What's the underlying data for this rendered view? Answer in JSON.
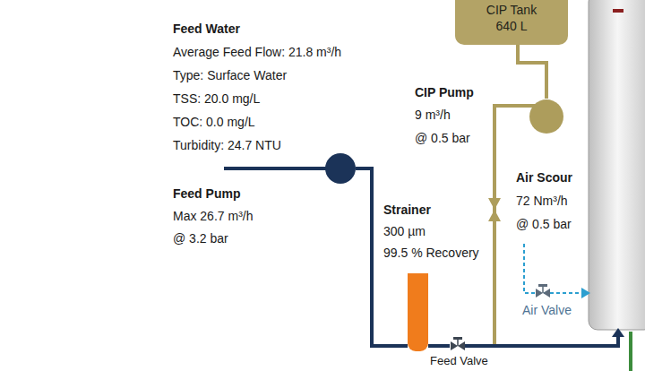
{
  "diagram": {
    "nodes": [
      {
        "text": [
          "CIP Tank",
          "640 L"
        ]
      },
      {
        "text": [
          "CIP Pump",
          "9 m³/h",
          "@ 0.5 bar"
        ]
      },
      {
        "text": [
          "Feed Pump",
          "Max 26.7 m³/h",
          "@ 3.2 bar"
        ]
      },
      {
        "text": [
          "Strainer",
          "300 µm",
          "99.5 % Recovery"
        ]
      },
      {
        "text": [
          "Air Valve"
        ]
      },
      {
        "text": [
          "Feed Valve"
        ]
      }
    ],
    "edges": [
      {
        "from": 0,
        "to": 1,
        "arrow": "none"
      },
      {
        "from": 2,
        "to": 3,
        "arrow": "none"
      },
      {
        "from": 3,
        "to": 5,
        "arrow": "none"
      }
    ],
    "labels": [
      "Feed Water",
      "Average Feed Flow: 21.8 m³/h",
      "Type: Surface Water",
      "TSS: 20.0 mg/L",
      "TOC: 0.0 mg/L",
      "Turbidity: 24.7 NTU",
      "Air Scour",
      "72 Nm³/h",
      "@ 0.5 bar"
    ]
  }
}
